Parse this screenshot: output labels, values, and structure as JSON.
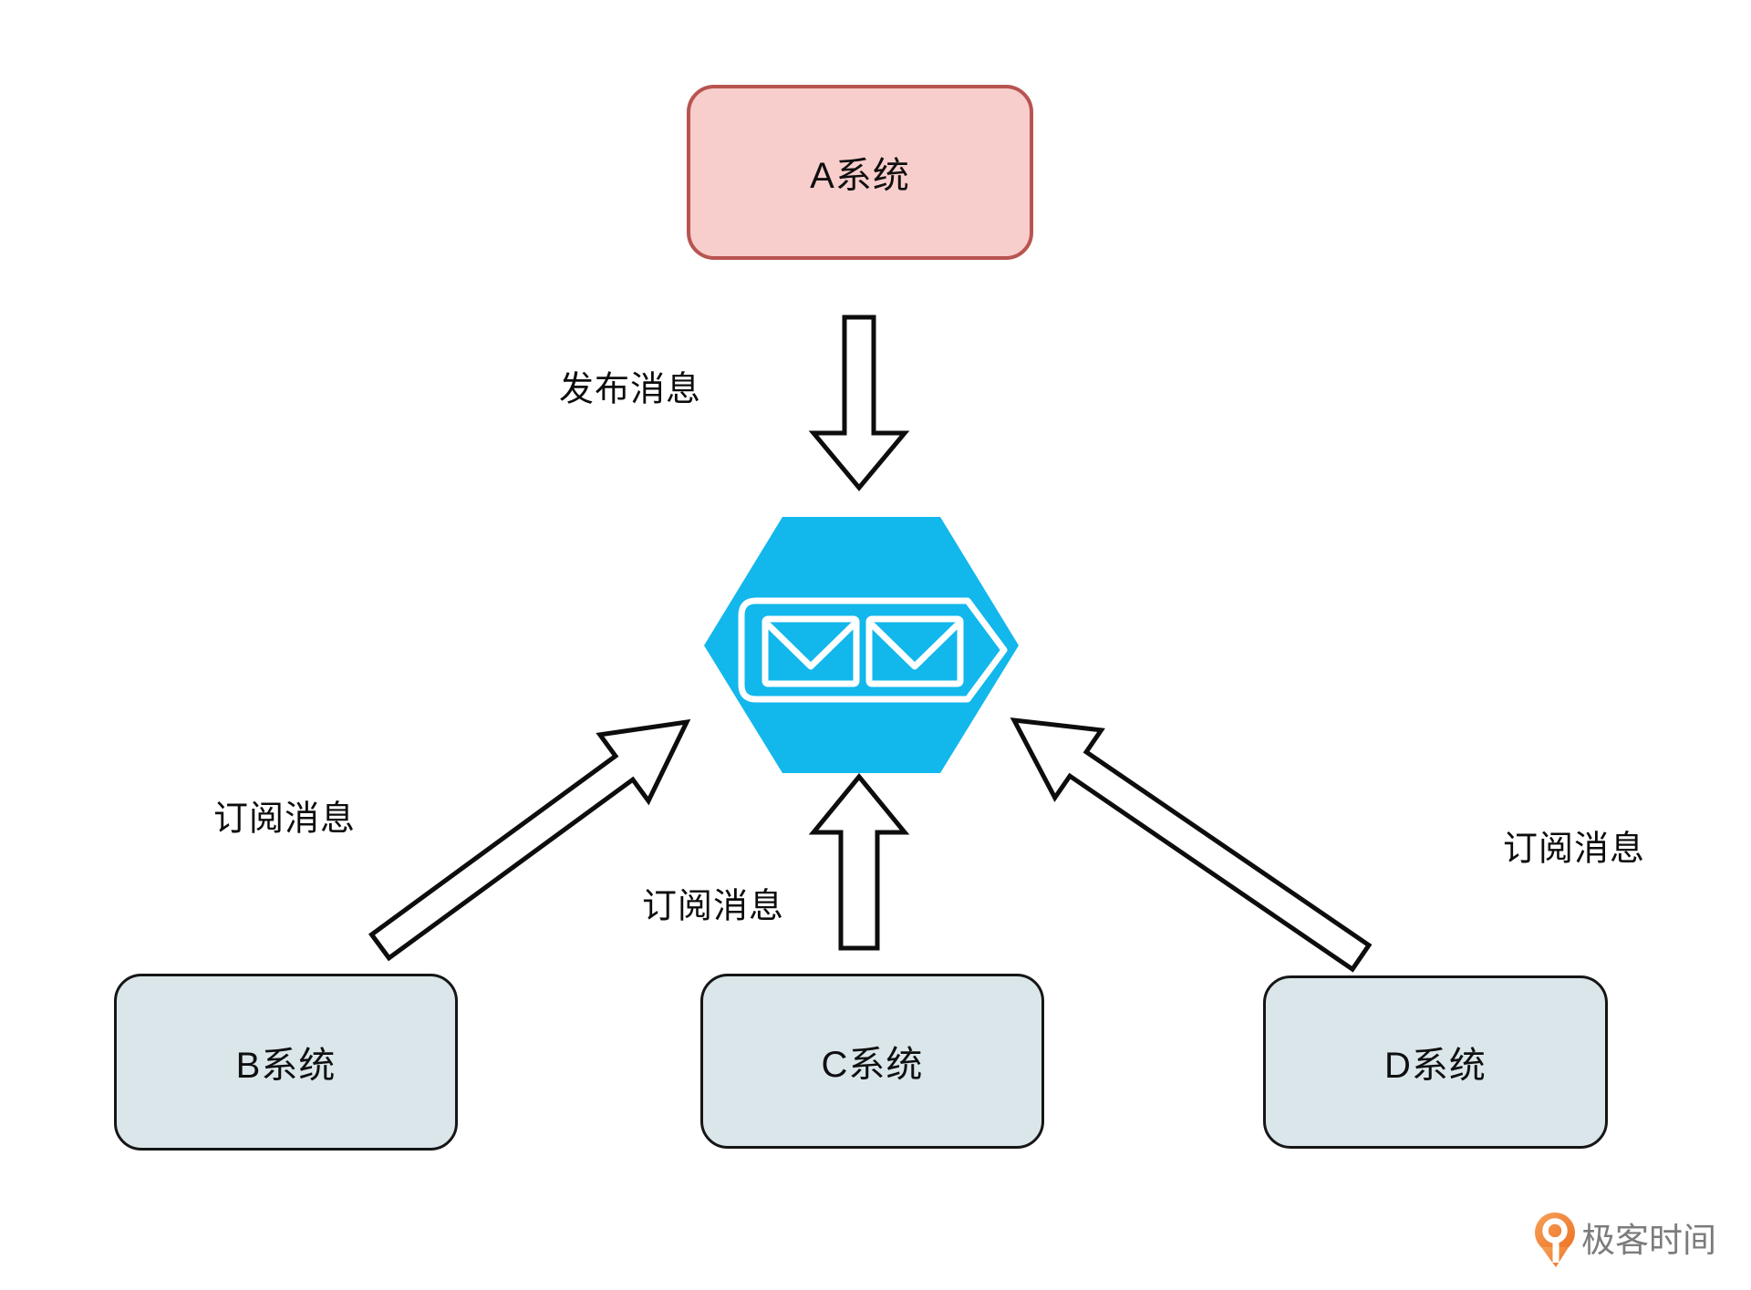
{
  "diagram": {
    "background": "#ffffff",
    "nodes": {
      "system_a": {
        "label": "A系统",
        "fill": "#f8cecc",
        "border": "#b85450"
      },
      "system_b": {
        "label": "B系统",
        "fill": "#dae6ea",
        "border": "#161616"
      },
      "system_c": {
        "label": "C系统",
        "fill": "#dae6ea",
        "border": "#161616"
      },
      "system_d": {
        "label": "D系统",
        "fill": "#dae6ea",
        "border": "#161616"
      }
    },
    "queue": {
      "name": "message-queue",
      "fill": "#12b7ec",
      "icon": "double-envelope-tag"
    },
    "edges": {
      "publish": {
        "label": "发布消息",
        "from": "system_a",
        "to": "queue"
      },
      "subscribe_b": {
        "label": "订阅消息",
        "from": "system_b",
        "to": "queue"
      },
      "subscribe_c": {
        "label": "订阅消息",
        "from": "system_c",
        "to": "queue"
      },
      "subscribe_d": {
        "label": "订阅消息",
        "from": "system_d",
        "to": "queue"
      }
    },
    "watermark": {
      "text": "极客时间",
      "text_color": "#7b7c7e",
      "icon_color_top": "#f6a159",
      "icon_color_bottom": "#ec7124"
    }
  }
}
